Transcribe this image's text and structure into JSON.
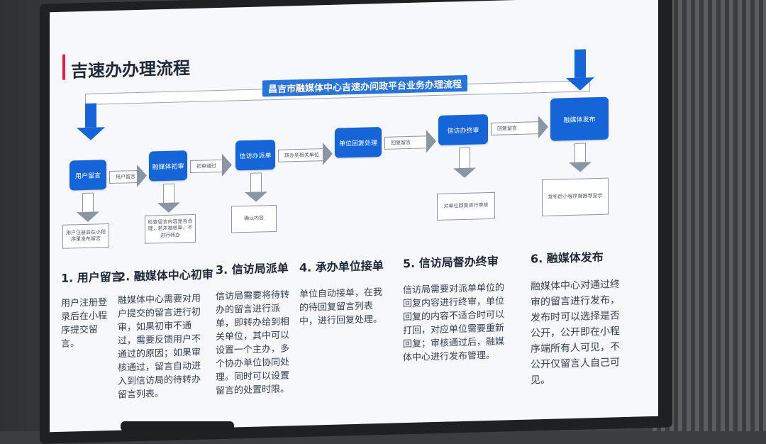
{
  "slide": {
    "title": "吉速办办理流程",
    "banner": "昌吉市融媒体中心吉速办问政平台业务办理流程"
  },
  "flow": {
    "nodes": [
      "用户留言",
      "融媒体初审",
      "信访办派单",
      "单位回复处理",
      "信访办终审",
      "融媒体发布"
    ],
    "arrow_labels": [
      "用户留言",
      "初审通过",
      "转办到相关单位",
      "回复留言",
      "回复留言"
    ],
    "side_boxes": [
      "用户注册后在小程序里发布留言",
      "检查留言内容是否合理，若未被核审，不进行转办",
      "确认内容",
      "对单位回复进行审核",
      "发布后小程序端推荐显示"
    ]
  },
  "steps": [
    {
      "title": "1. 用户留言",
      "desc": "用户注册登录后在小程序提交留言。"
    },
    {
      "title": "2. 融媒体中心初审",
      "desc": "融媒体中心需要对用户提交的留言进行初审，如果初审不通过，需要反馈用户不通过的原因；如果审核通过，留言自动进入到信访局的待转办留言列表。"
    },
    {
      "title": "3. 信访局派单",
      "desc": "信访局需要将待转办的留言进行派单，即转办给到相关单位，其中可以设置一个主办，多个协办单位协同处理。同时可以设置留言的处置时限。"
    },
    {
      "title": "4. 承办单位接单",
      "desc": "单位自动接单，在我的待回复留言列表中，进行回复处理。"
    },
    {
      "title": "5. 信访局督办终审",
      "desc": "信访局需要对派单单位的回复内容进行终审，单位回复的内容不适合时可以打回，对应单位需要重新回复；审核通过后，融媒体中心进行发布管理。"
    },
    {
      "title": "6. 融媒体发布",
      "desc": "融媒体中心对通过终审的留言进行发布，发布时可以选择是否公开，公开即在小程序端所有人可见，不公开仅留言人自己可见。"
    }
  ],
  "colors": {
    "node_blue": "#1565d8",
    "accent_red": "#e11d48",
    "slide_bg": "#f6f8fb"
  }
}
